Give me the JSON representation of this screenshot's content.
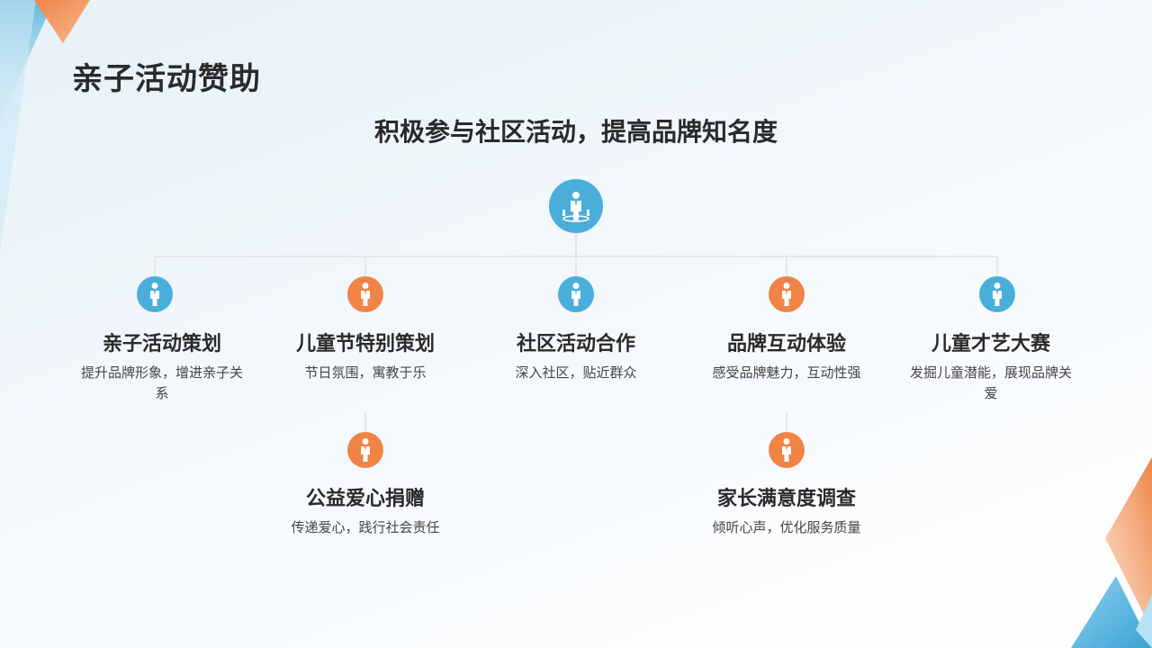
{
  "title": "亲子活动赞助",
  "subtitle": "积极参与社区活动，提高品牌知名度",
  "root": {
    "icon": "person-award-icon",
    "color": "#4aaedb"
  },
  "nodes": [
    {
      "title": "亲子活动策划",
      "desc": "提升品牌形象，增进亲子关系",
      "color": "#4aaedb",
      "icon": "person-icon"
    },
    {
      "title": "儿童节特别策划",
      "desc": "节日氛围，寓教于乐",
      "color": "#ef8446",
      "icon": "person-icon"
    },
    {
      "title": "社区活动合作",
      "desc": "深入社区，贴近群众",
      "color": "#4aaedb",
      "icon": "person-icon"
    },
    {
      "title": "品牌互动体验",
      "desc": "感受品牌魅力，互动性强",
      "color": "#ef8446",
      "icon": "person-icon"
    },
    {
      "title": "儿童才艺大赛",
      "desc": "发掘儿童潜能，展现品牌关爱",
      "color": "#4aaedb",
      "icon": "person-icon"
    },
    {
      "title": "公益爱心捐赠",
      "desc": "传递爱心，践行社会责任",
      "color": "#ef8446",
      "icon": "person-icon"
    },
    {
      "title": "家长满意度调查",
      "desc": "倾听心声，优化服务质量",
      "color": "#ef8446",
      "icon": "person-icon"
    }
  ]
}
